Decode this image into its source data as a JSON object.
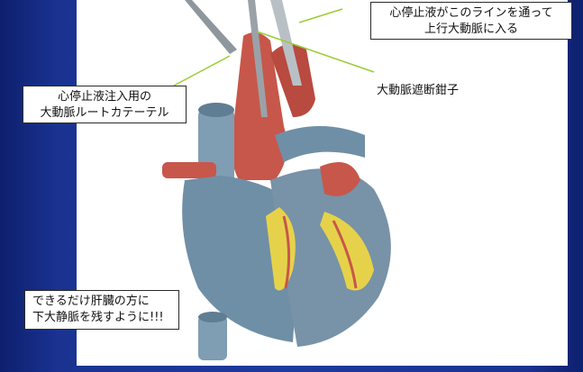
{
  "labels": {
    "cardioplegia_route": {
      "line1": "心停止液がこのラインを通って",
      "line2": "上行大動脈に入る"
    },
    "aortic_clamp": "大動脈遮断鉗子",
    "root_catheter": {
      "line1": "心停止液注入用の",
      "line2": "大動脈ルートカテーテル"
    },
    "ivc_note": {
      "line1": "できるだけ肝臓の方に",
      "line2": "下大静脈を残すように!!!"
    }
  },
  "colors": {
    "background": "#1d3a9e",
    "callout_line": "#9acd32",
    "heart_blue": "#6f8fa6",
    "aorta_red": "#c7574a",
    "fat_yellow": "#e6d24a"
  }
}
